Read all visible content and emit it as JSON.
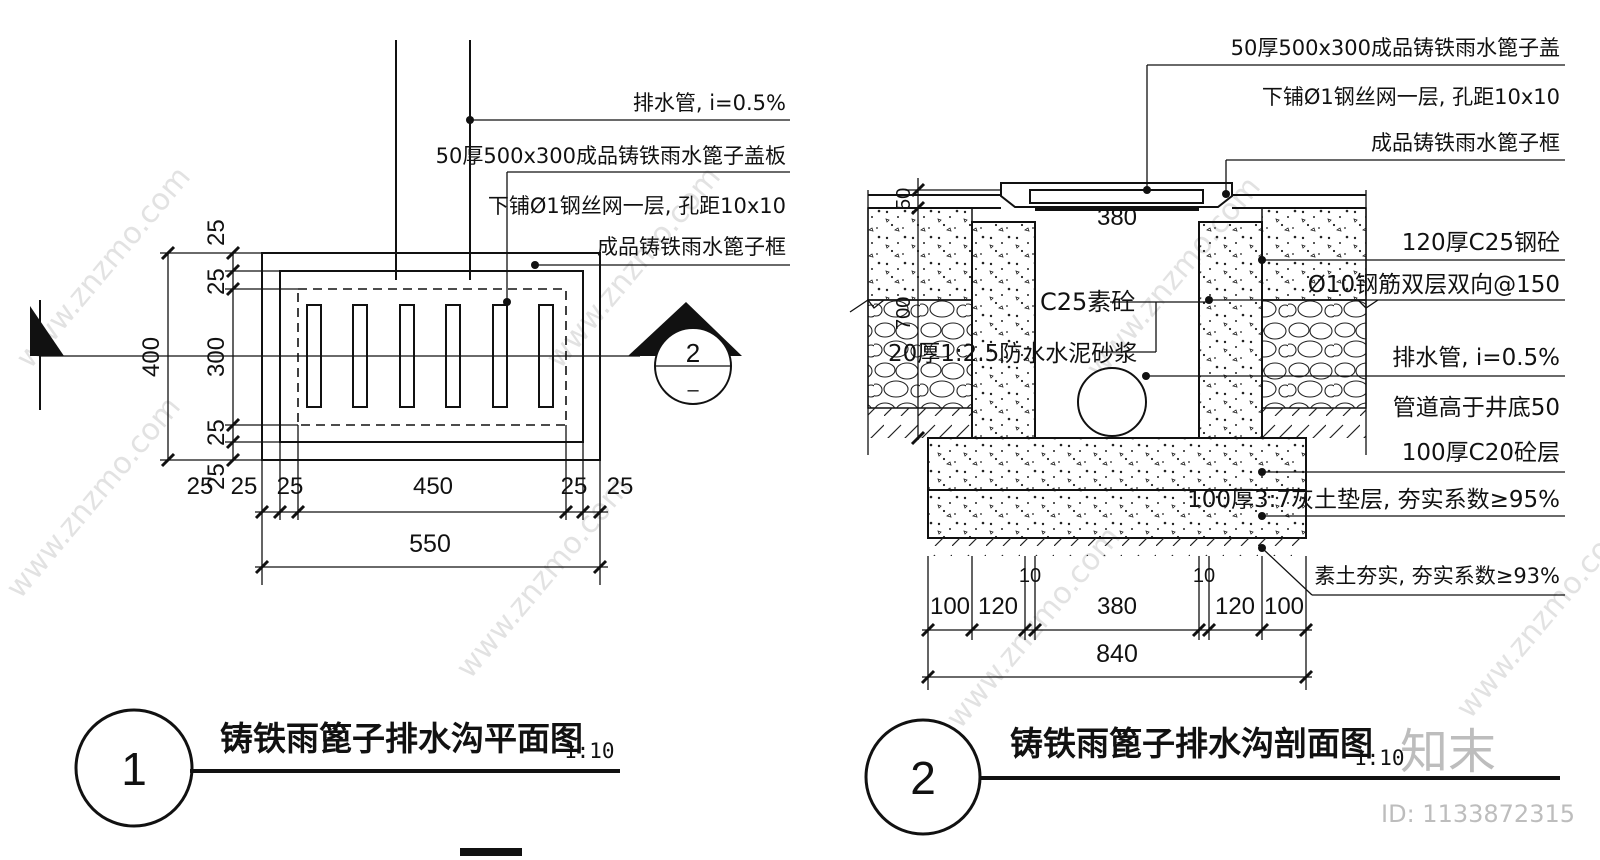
{
  "plan": {
    "title": "铸铁雨篦子排水沟平面图",
    "scale": "1:10",
    "number": "1",
    "section_mark": "2",
    "notes": {
      "drain_pipe": "排水管, i=0.5%",
      "cover": "50厚500x300成品铸铁雨水篦子盖板",
      "mesh": "下铺Ø1钢丝网一层, 孔距10x10",
      "frame": "成品铸铁雨水篦子框"
    },
    "dims_vertical": [
      "25",
      "25",
      "300",
      "25",
      "25",
      "400"
    ],
    "dims_horizontal": [
      "25",
      "25",
      "450",
      "25",
      "25",
      "550"
    ]
  },
  "section": {
    "title": "铸铁雨篦子排水沟剖面图",
    "scale": "1:10",
    "number": "2",
    "notes": {
      "cover": "50厚500x300成品铸铁雨水篦子盖",
      "mesh": "下铺Ø1钢丝网一层, 孔距10x10",
      "frame": "成品铸铁雨水篦子框",
      "c25_slab": "120厚C25钢砼",
      "rebar": "Ø10钢筋双层双向@150",
      "pipe": "排水管, i=0.5%",
      "pipe_height": "管道高于井底50",
      "c20": "100厚C20砼层",
      "lime_soil": "100厚3:7灰土垫层, 夯实系数≥95%",
      "soil": "素土夯实, 夯实系数≥93%",
      "c25_plain": "C25素砼",
      "mortar": "20厚1:2.5防水水泥砂浆"
    },
    "dims_top": [
      "50",
      "380",
      "700"
    ],
    "dims_bottom": [
      "100",
      "120",
      "10",
      "380",
      "10",
      "120",
      "100",
      "840"
    ]
  },
  "watermark": {
    "text": "www.znzmo.com",
    "brand": "知末",
    "id": "ID: 1133872315"
  }
}
